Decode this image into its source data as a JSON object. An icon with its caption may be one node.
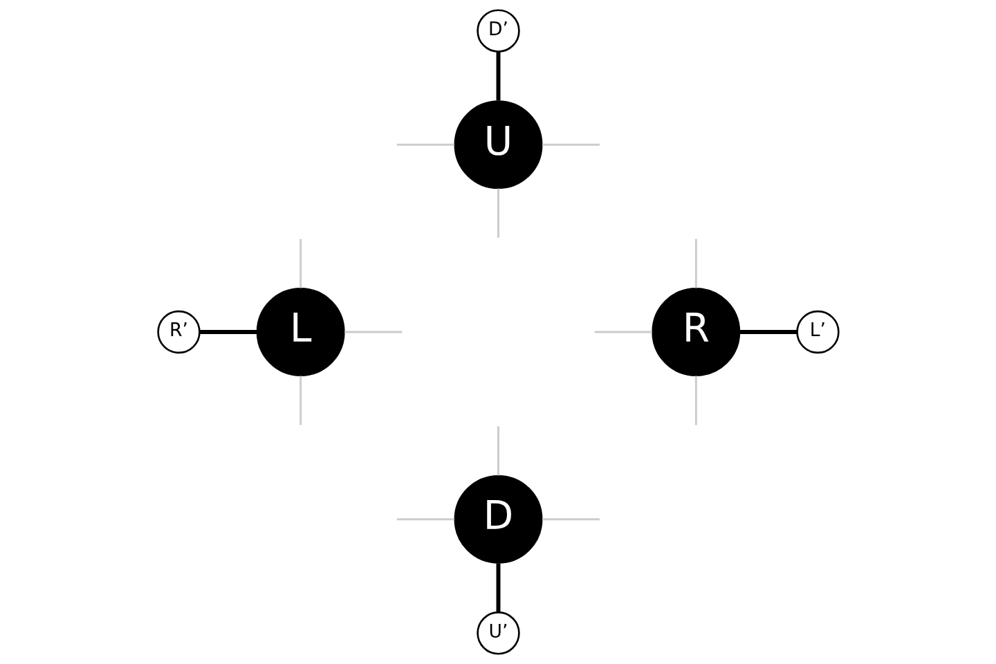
{
  "diagram": {
    "nodes": [
      {
        "text": [
          "D’"
        ]
      },
      {
        "text": [
          "U"
        ]
      },
      {
        "text": [
          "R’"
        ]
      },
      {
        "text": [
          "L"
        ]
      },
      {
        "text": [
          "R"
        ]
      },
      {
        "text": [
          "L’"
        ]
      },
      {
        "text": [
          "D"
        ]
      },
      {
        "text": [
          "U’"
        ]
      }
    ],
    "edges": [
      {
        "from": 0,
        "to": 1,
        "arrow": "none",
        "style": "thick",
        "color": "#000000"
      },
      {
        "from": 1,
        "to": null,
        "arrow": "none"
      },
      {
        "from": 1,
        "to": null,
        "arrow": "none"
      },
      {
        "from": 1,
        "to": null,
        "arrow": "none"
      },
      {
        "from": 2,
        "to": 3,
        "arrow": "none",
        "style": "thick",
        "color": "#000000"
      },
      {
        "from": 3,
        "to": null,
        "arrow": "none"
      },
      {
        "from": 3,
        "to": null,
        "arrow": "none"
      },
      {
        "from": 3,
        "to": null,
        "arrow": "none"
      },
      {
        "from": 4,
        "to": null,
        "arrow": "none"
      },
      {
        "from": 4,
        "to": null,
        "arrow": "none"
      },
      {
        "from": 4,
        "to": 5,
        "arrow": "none",
        "style": "thick",
        "color": "#000000"
      },
      {
        "from": 4,
        "to": null,
        "arrow": "none"
      },
      {
        "from": 6,
        "to": null,
        "arrow": "none"
      },
      {
        "from": 6,
        "to": null,
        "arrow": "none"
      },
      {
        "from": 6,
        "to": null,
        "arrow": "none"
      },
      {
        "from": 6,
        "to": 7,
        "arrow": "none",
        "style": "thick",
        "color": "#000000"
      }
    ]
  }
}
